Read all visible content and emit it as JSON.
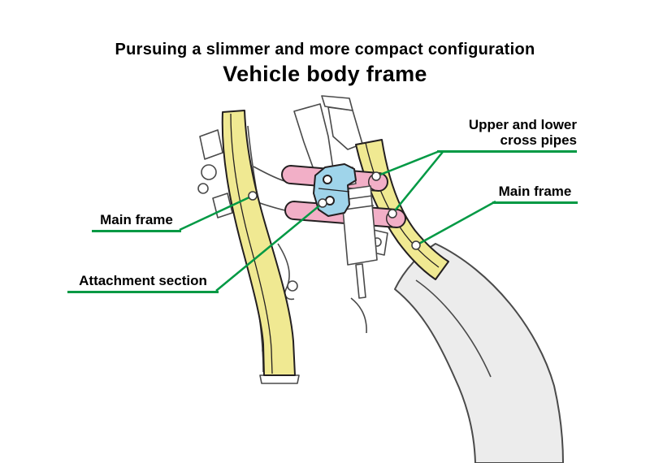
{
  "header": {
    "title": "Pursuing a slimmer and more compact configuration",
    "subtitle": "Vehicle body frame"
  },
  "labels": {
    "cross_pipes_line1": "Upper and lower",
    "cross_pipes_line2": "cross pipes",
    "main_frame_right": "Main frame",
    "main_frame_left": "Main frame",
    "attachment_section": "Attachment section"
  },
  "colors": {
    "main_frame_fill": "#f0e992",
    "cross_pipe_fill": "#f2afc7",
    "attachment_fill": "#9fd4ea",
    "leader_green": "#009944",
    "part_outline": "#231f20",
    "lineart_grey": "#4a4a4a"
  }
}
